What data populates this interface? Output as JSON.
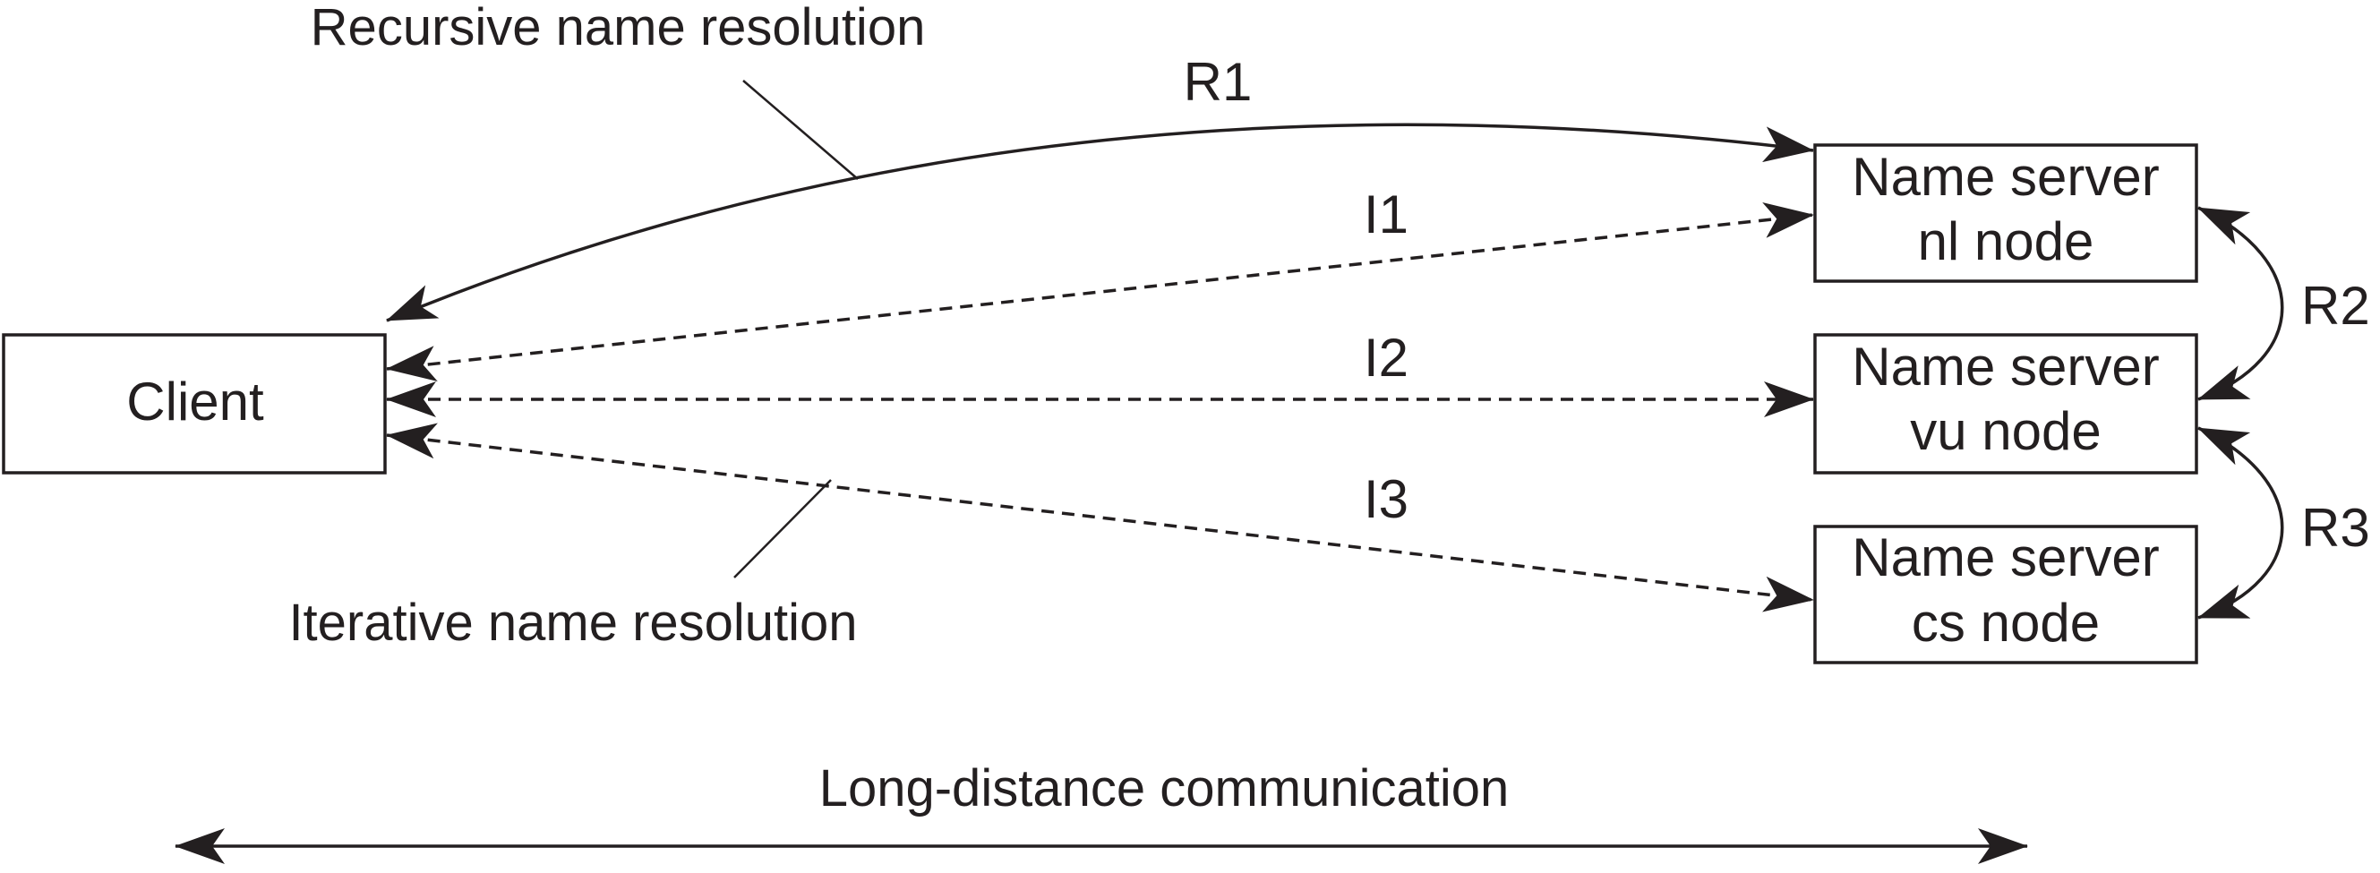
{
  "nodes": {
    "client": "Client",
    "nl": {
      "line1": "Name server",
      "line2": "nl node"
    },
    "vu": {
      "line1": "Name server",
      "line2": "vu node"
    },
    "cs": {
      "line1": "Name server",
      "line2": "cs node"
    }
  },
  "edges": {
    "r1": "R1",
    "r2": "R2",
    "r3": "R3",
    "i1": "I1",
    "i2": "I2",
    "i3": "I3"
  },
  "annotations": {
    "recursive": "Recursive name resolution",
    "iterative": "Iterative name resolution",
    "long_distance": "Long-distance communication"
  },
  "colors": {
    "ink": "#231f20",
    "background": "#ffffff"
  }
}
